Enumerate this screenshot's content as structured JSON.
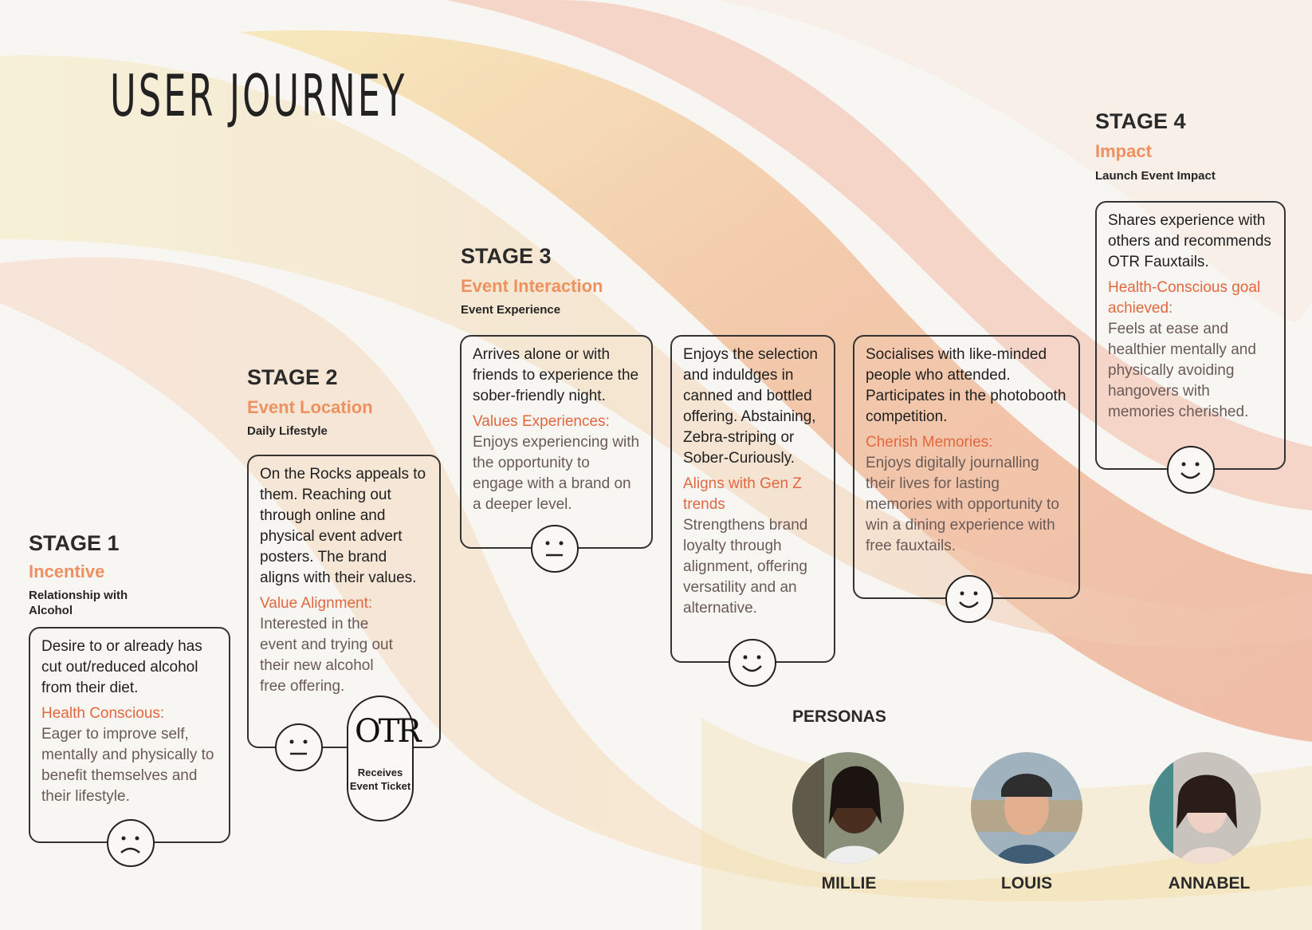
{
  "title": "USER JOURNEY",
  "stages": [
    {
      "number": "STAGE 1",
      "name": "Incentive",
      "subtitle": "Relationship with Alcohol",
      "cards": [
        {
          "description": "Desire to or already has cut out/reduced alcohol from their diet.",
          "key_label": "Health Conscious:",
          "detail": "Eager to improve self, mentally and physically to benefit themselves and their lifestyle.",
          "emotion": "sad"
        }
      ]
    },
    {
      "number": "STAGE 2",
      "name": "Event Location",
      "subtitle": "Daily Lifestyle",
      "cards": [
        {
          "description": "On the Rocks appeals to them. Reaching out through online and physical event advert posters. The brand aligns with their values.",
          "key_label": "Value Alignment:",
          "detail": "Interested in the event and trying out their new alcohol free offering.",
          "emotion": "neutral"
        }
      ],
      "milestone": {
        "logo": "OTR",
        "label": "Receives Event Ticket"
      }
    },
    {
      "number": "STAGE 3",
      "name": "Event Interaction",
      "subtitle": "Event Experience",
      "cards": [
        {
          "description": "Arrives alone or with friends to experience the sober-friendly night.",
          "key_label": "Values Experiences:",
          "detail": "Enjoys experiencing with the opportunity to engage with a brand on a deeper level.",
          "emotion": "neutral"
        },
        {
          "description": "Enjoys the selection and induldges in canned and bottled offering. Abstaining, Zebra-striping or Sober-Curiously.",
          "key_label": "Aligns with Gen Z trends",
          "detail": "Strengthens brand loyalty through alignment, offering versatility and an alternative.",
          "emotion": "happy"
        },
        {
          "description": "Socialises with like-minded people who attended. Participates in the photobooth competition.",
          "key_label": "Cherish Memories:",
          "detail": "Enjoys digitally journalling their lives for lasting memories with opportunity to win a dining experience with free fauxtails.",
          "emotion": "happy"
        }
      ]
    },
    {
      "number": "STAGE 4",
      "name": "Impact",
      "subtitle": "Launch Event Impact",
      "cards": [
        {
          "description": "Shares experience with others and recommends OTR Fauxtails.",
          "key_label": "Health-Conscious goal achieved:",
          "detail": "Feels at ease and healthier mentally and physically avoiding hangovers with memories cherished.",
          "emotion": "happy"
        }
      ]
    }
  ],
  "personas": {
    "title": "PERSONAS",
    "people": [
      {
        "name": "MILLIE"
      },
      {
        "name": "LOUIS"
      },
      {
        "name": "ANNABEL"
      }
    ]
  },
  "colors": {
    "accent_orange": "#ee9160",
    "key_red": "#e2673f",
    "detail_brown": "#6a5a57",
    "ribbon_peach": "#f0b49a",
    "ribbon_yellow": "#f5e6a8",
    "ribbon_pink": "#f3c9c0"
  }
}
